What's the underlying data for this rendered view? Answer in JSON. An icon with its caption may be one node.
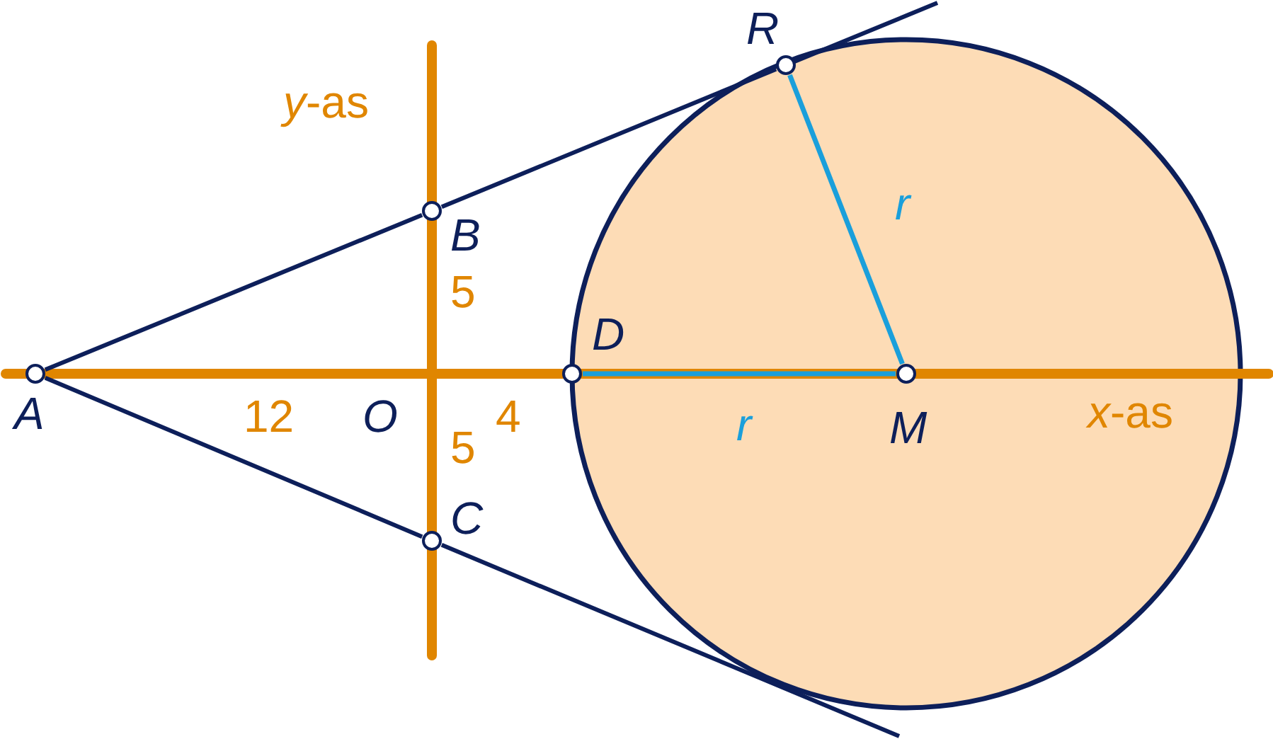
{
  "diagram": {
    "nodes": [
      {
        "text": [
          "A"
        ]
      },
      {
        "text": [
          "B"
        ]
      },
      {
        "text": [
          "C"
        ]
      },
      {
        "text": [
          "D"
        ]
      },
      {
        "text": [
          "M"
        ]
      },
      {
        "text": [
          "R"
        ]
      }
    ],
    "edges": [
      {
        "from": 0,
        "to": 1,
        "arrow": "none"
      },
      {
        "from": 1,
        "to": 5,
        "arrow": "none"
      },
      {
        "from": 0,
        "to": 2,
        "arrow": "none"
      },
      {
        "from": 2,
        "to": null,
        "arrow": "none"
      },
      {
        "from": 3,
        "to": 4,
        "arrow": "none",
        "label": "r",
        "color": "#1a9fdb"
      },
      {
        "from": 4,
        "to": 5,
        "arrow": "none",
        "label": "r",
        "color": "#1a9fdb"
      }
    ],
    "labels": [
      "*y*-as",
      "5",
      "12",
      "O",
      "4",
      "5",
      "*x*-as"
    ]
  }
}
